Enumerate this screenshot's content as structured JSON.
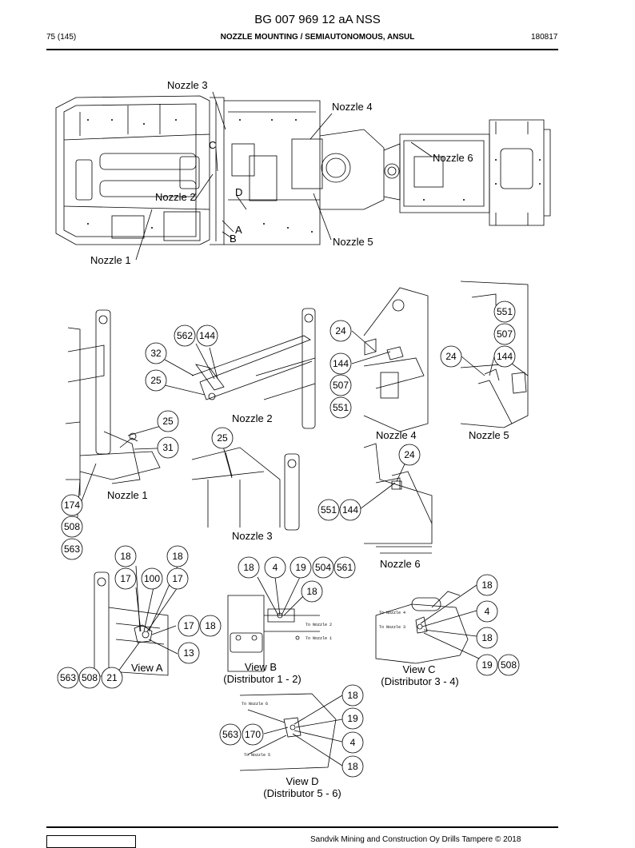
{
  "header": {
    "title": "BG 007 969 12 aA NSS",
    "page": "75 (145)",
    "section": "NOZZLE MOUNTING / SEMIAUTONOMOUS, ANSUL",
    "date": "180817"
  },
  "overview": {
    "labels": {
      "nozzle3": "Nozzle 3",
      "nozzle4": "Nozzle 4",
      "nozzle6": "Nozzle 6",
      "c": "C",
      "d": "D",
      "nozzle2": "Nozzle 2",
      "a": "A",
      "b": "B",
      "nozzle5": "Nozzle 5",
      "nozzle1": "Nozzle 1"
    }
  },
  "details": {
    "nozzle2": "Nozzle 2",
    "nozzle4": "Nozzle 4",
    "nozzle5": "Nozzle 5",
    "nozzle1": "Nozzle 1",
    "nozzle3": "Nozzle 3",
    "nozzle6": "Nozzle 6",
    "viewA": "View A",
    "viewB": "View B",
    "viewB_sub": "(Distributor 1 - 2)",
    "viewC": "View C",
    "viewC_sub": "(Distributor 3 - 4)",
    "viewD": "View D",
    "viewD_sub": "(Distributor 5 - 6)"
  },
  "tags": {
    "to_nozzle_2": "To Nozzle 2",
    "to_nozzle_1": "To Nozzle 1",
    "to_nozzle_4": "To Nozzle 4",
    "to_nozzle_3": "To Nozzle 3",
    "to_nozzle_6": "To Nozzle 6",
    "to_nozzle_5": "To Nozzle 5"
  },
  "balloons": {
    "b562": "562",
    "b144a": "144",
    "b32": "32",
    "b25a": "25",
    "b25b": "25",
    "b31": "31",
    "b25c": "25",
    "b174": "174",
    "b508a": "508",
    "b563a": "563",
    "b24a": "24",
    "b144b": "144",
    "b507a": "507",
    "b551a": "551",
    "b551b": "551",
    "b507b": "507",
    "b24b": "24",
    "b144c": "144",
    "b24c": "24",
    "b551c": "551",
    "b144d": "144",
    "b18a": "18",
    "b18b": "18",
    "b17a": "17",
    "b100": "100",
    "b17b": "17",
    "b17c": "17",
    "b18c": "18",
    "b13": "13",
    "b563b": "563",
    "b508b": "508",
    "b21": "21",
    "b18d": "18",
    "b4a": "4",
    "b19a": "19",
    "b504": "504",
    "b561": "561",
    "b18e": "18",
    "b18f": "18",
    "b4b": "4",
    "b18g": "18",
    "b19b": "19",
    "b508c": "508",
    "b18h": "18",
    "b19c": "19",
    "b563c": "563",
    "b170": "170",
    "b4c": "4",
    "b18i": "18"
  },
  "footer": {
    "copyright": "Sandvik Mining and Construction Oy Drills Tampere © 2018"
  }
}
